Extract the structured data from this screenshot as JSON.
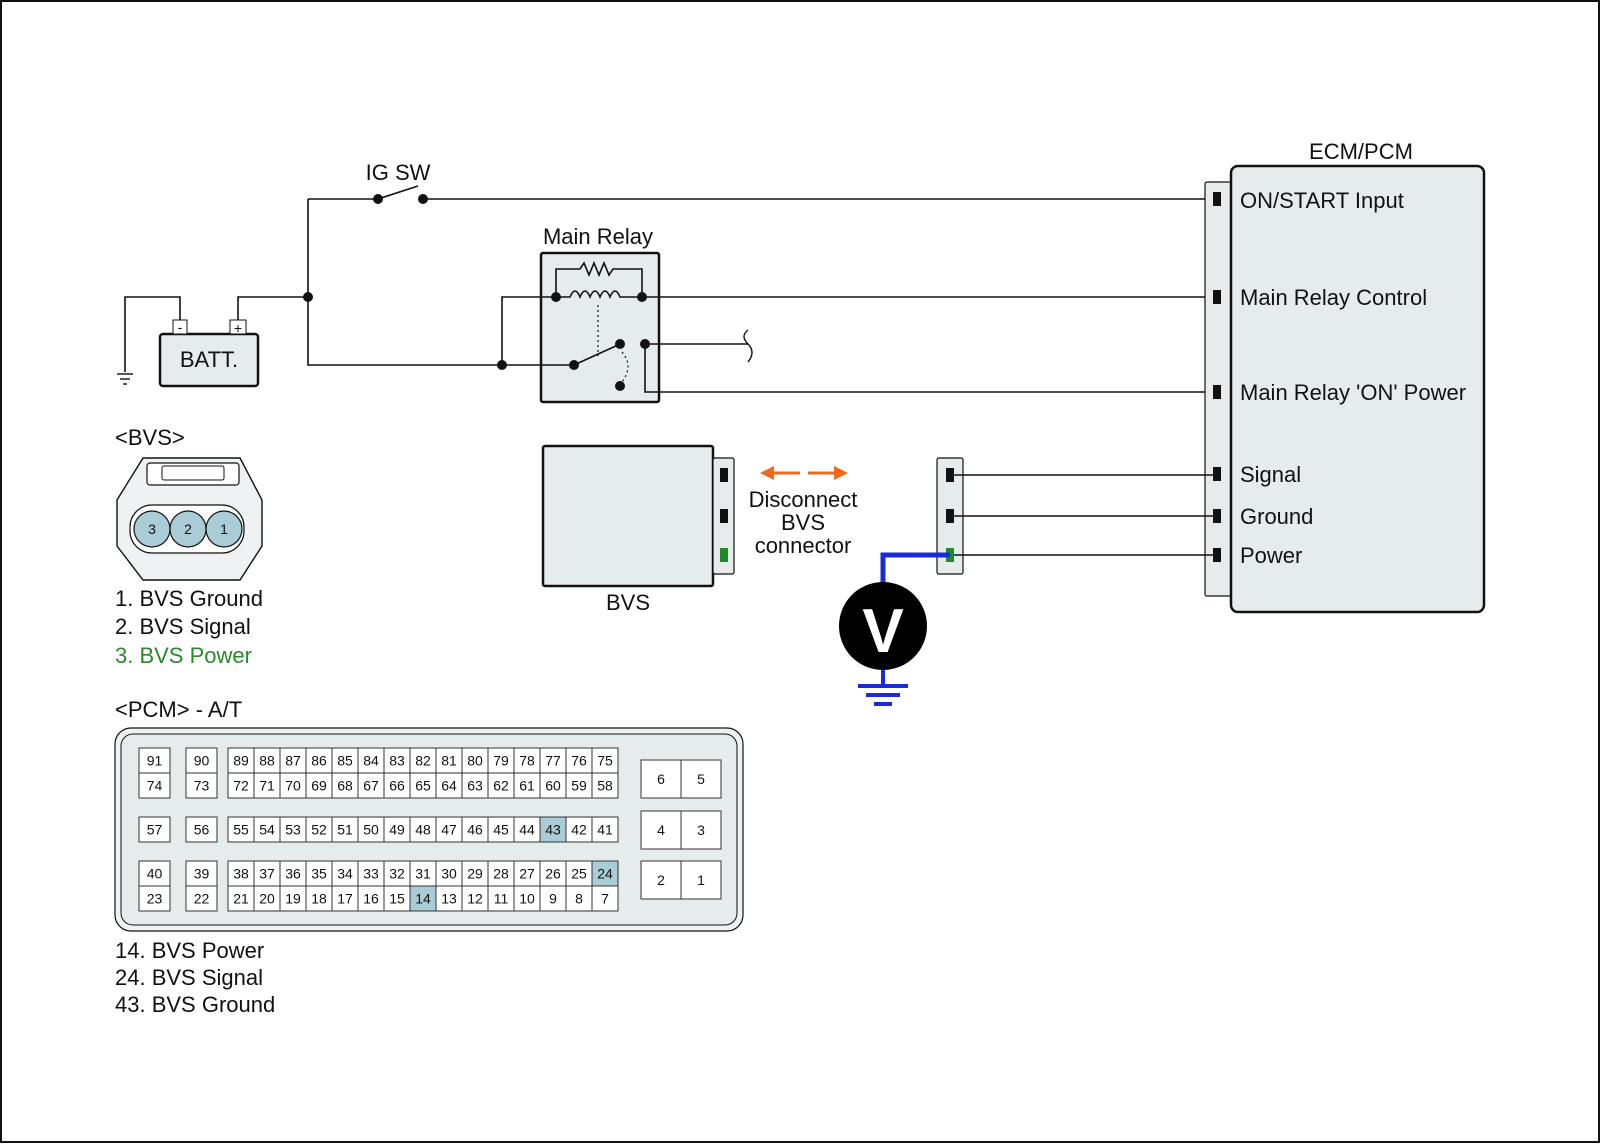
{
  "colors": {
    "wire": "#111111",
    "box_fill": "#e6ecec",
    "highlight_pin": "#a9ccd6",
    "power_wire": "#1a2bd9",
    "arrow": "#f06a1c",
    "power_text": "#2a8a2a",
    "power_terminal": "#1f8a2a"
  },
  "switch": {
    "label": "IG SW"
  },
  "battery": {
    "label": "BATT.",
    "neg": "-",
    "pos": "+"
  },
  "relay": {
    "label": "Main Relay"
  },
  "ecm": {
    "title": "ECM/PCM",
    "inputs": [
      "ON/START Input",
      "Main Relay Control",
      "Main Relay 'ON' Power",
      "Signal",
      "Ground",
      "Power"
    ]
  },
  "bvs_box": {
    "label": "BVS"
  },
  "disconnect_note": [
    "Disconnect",
    "BVS",
    "connector"
  ],
  "meter": {
    "symbol": "V",
    "icon": "voltmeter-icon"
  },
  "bvs_connector": {
    "title": "<BVS>",
    "pins": [
      "3",
      "2",
      "1"
    ],
    "legend": [
      "1. BVS Ground",
      "2. BVS Signal",
      "3. BVS Power"
    ]
  },
  "pcm_connector": {
    "title": "<PCM> - A/T",
    "single_cols": [
      [
        "91",
        "74",
        "57",
        "40",
        "23"
      ],
      [
        "90",
        "73",
        "56",
        "39",
        "22"
      ]
    ],
    "row1": [
      "89",
      "88",
      "87",
      "86",
      "85",
      "84",
      "83",
      "82",
      "81",
      "80",
      "79",
      "78",
      "77",
      "76",
      "75"
    ],
    "row2": [
      "72",
      "71",
      "70",
      "69",
      "68",
      "67",
      "66",
      "65",
      "64",
      "63",
      "62",
      "61",
      "60",
      "59",
      "58"
    ],
    "row3": [
      "55",
      "54",
      "53",
      "52",
      "51",
      "50",
      "49",
      "48",
      "47",
      "46",
      "45",
      "44",
      "43",
      "42",
      "41"
    ],
    "row4": [
      "38",
      "37",
      "36",
      "35",
      "34",
      "33",
      "32",
      "31",
      "30",
      "29",
      "28",
      "27",
      "26",
      "25",
      "24"
    ],
    "row5": [
      "21",
      "20",
      "19",
      "18",
      "17",
      "16",
      "15",
      "14",
      "13",
      "12",
      "11",
      "10",
      "9",
      "8",
      "7"
    ],
    "right_blocks": [
      [
        "6",
        "5"
      ],
      [
        "4",
        "3"
      ],
      [
        "2",
        "1"
      ]
    ],
    "highlighted": [
      "43",
      "24",
      "14"
    ],
    "legend": [
      "14. BVS Power",
      "24. BVS Signal",
      "43. BVS Ground"
    ]
  }
}
